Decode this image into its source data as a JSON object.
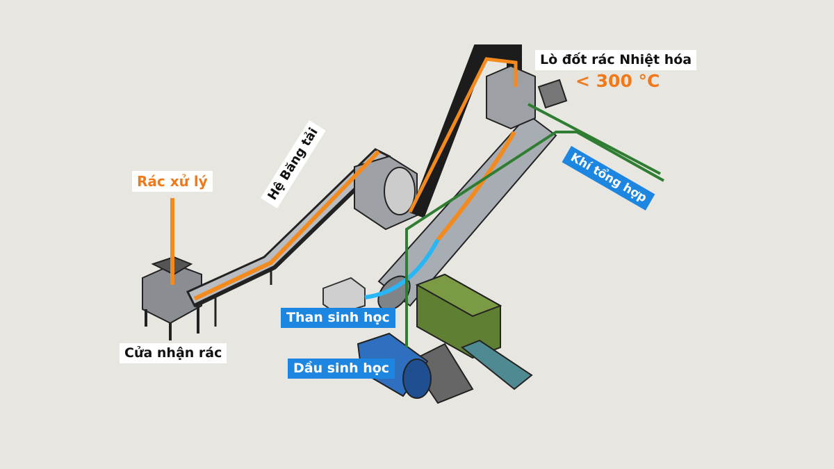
{
  "labels": {
    "furnace": "Lò đốt rác Nhiệt hóa",
    "temperature": "< 300 °C",
    "waste_input": "Rác xử lý",
    "conveyor": "Hệ Băng tải",
    "syngas": "Khí tổng hợp",
    "biochar": "Than sinh học",
    "bio_oil": "Dầu sinh học",
    "intake": "Cửa nhận rác"
  },
  "colors": {
    "background": "#e8e6e1",
    "waste_flow": "#f28a1e",
    "syngas_flow": "#2e7d32",
    "biochar_flow": "#29b6f6",
    "label_blue": "#1d86e0"
  }
}
